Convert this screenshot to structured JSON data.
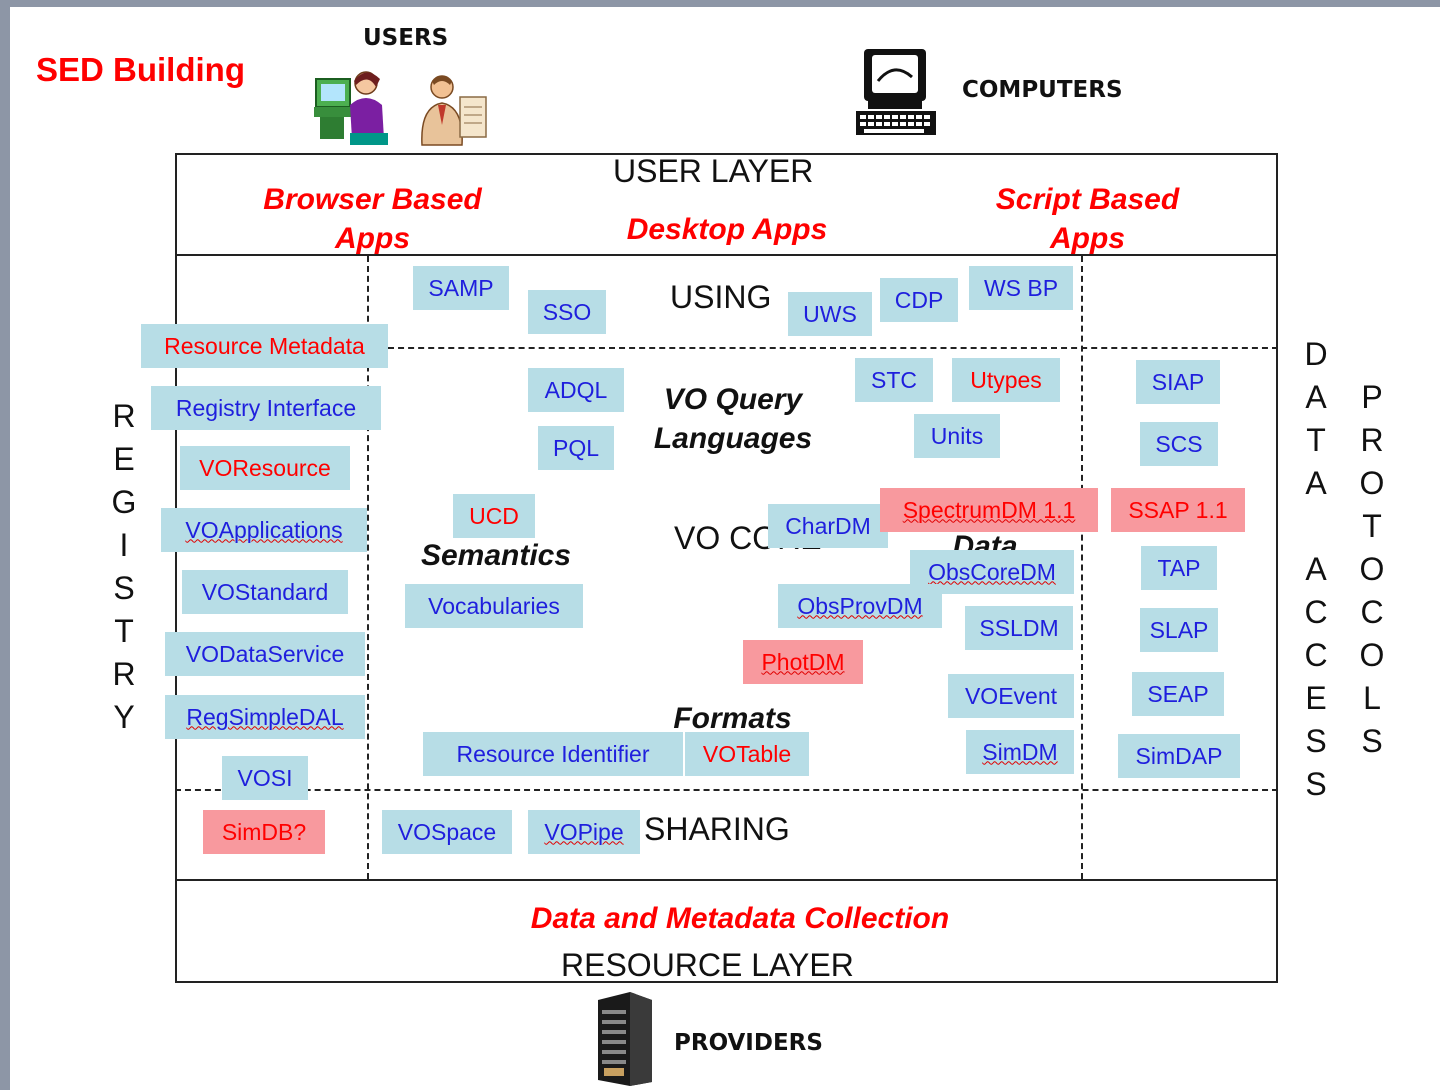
{
  "title": "SED Building",
  "actors": {
    "users": "USERS",
    "computers": "COMPUTERS",
    "providers": "PROVIDERS"
  },
  "layers": {
    "user_layer": "USER LAYER",
    "resource_layer": "RESOURCE LAYER",
    "browser_apps": "Browser Based Apps",
    "desktop_apps": "Desktop Apps",
    "script_apps": "Script Based Apps",
    "data_collection": "Data and Metadata Collection"
  },
  "sections": {
    "using": "USING",
    "sharing": "SHARING",
    "vo_query": "VO Query Languages",
    "semantics": "Semantics",
    "vo_core": "VO CORE",
    "data": "Data",
    "formats": "Formats"
  },
  "side_labels": {
    "registry": [
      "R",
      "E",
      "G",
      "I",
      "S",
      "T",
      "R",
      "Y"
    ],
    "data_access": [
      "D",
      "A",
      "T",
      "A",
      "",
      "A",
      "C",
      "C",
      "E",
      "S",
      "S"
    ],
    "protocols": [
      "P",
      "R",
      "O",
      "T",
      "O",
      "C",
      "O",
      "L",
      "S"
    ]
  },
  "standards": {
    "samp": "SAMP",
    "sso": "SSO",
    "uws": "UWS",
    "cdp": "CDP",
    "wsbp": "WS BP",
    "resource_metadata": "Resource Metadata",
    "registry_interface": "Registry Interface",
    "voresource": "VOResource",
    "voapplications": "VOApplications",
    "vostandard": "VOStandard",
    "vodataservice": "VODataService",
    "regsimpledal": "RegSimpleDAL",
    "vosi": "VOSI",
    "simdb": "SimDB?",
    "adql": "ADQL",
    "pql": "PQL",
    "ucd": "UCD",
    "vocabularies": "Vocabularies",
    "stc": "STC",
    "utypes": "Utypes",
    "units": "Units",
    "chardm": "CharDM",
    "spectrumdm": "SpectrumDM 1.1",
    "obscoredm": "ObsCoreDM",
    "obsprovdm": "ObsProvDM",
    "ssldm": "SSLDM",
    "photdm": "PhotDM",
    "voevent": "VOEvent",
    "simdm": "SimDM",
    "resource_identifier": "Resource Identifier",
    "votable": "VOTable",
    "vospace": "VOSpace",
    "vopipe": "VOPipe",
    "siap": "SIAP",
    "scs": "SCS",
    "ssap": "SSAP 1.1",
    "tap": "TAP",
    "slap": "SLAP",
    "seap": "SEAP",
    "simdap": "SimDAP"
  }
}
